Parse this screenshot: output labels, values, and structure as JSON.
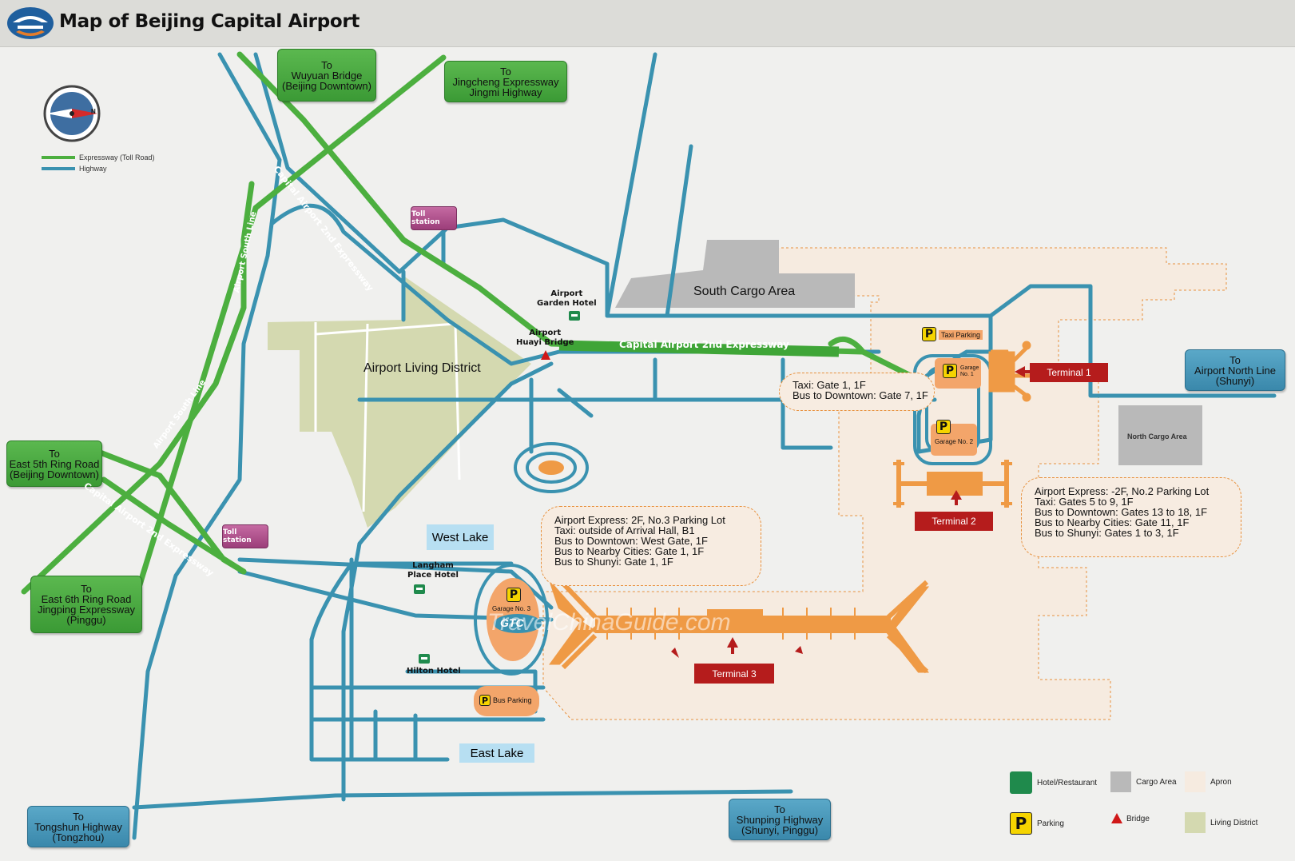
{
  "header": {
    "title": "Map of Beijing Capital Airport"
  },
  "legend_top": {
    "expressway": "Expressway (Toll Road)",
    "highway": "Highway"
  },
  "compass": {
    "north": "N"
  },
  "destinations": {
    "wuyuan": [
      "To",
      "Wuyuan Bridge",
      "(Beijing Downtown)"
    ],
    "jingcheng": [
      "To",
      "Jingcheng Expressway",
      "Jingmi Highway"
    ],
    "east5": [
      "To",
      "East 5th Ring Road",
      "(Beijing Downtown)"
    ],
    "east6": [
      "To",
      "East 6th Ring Road",
      "Jingping Expressway",
      "(Pinggu)"
    ],
    "north_line": [
      "To",
      "Airport North Line",
      "(Shunyi)"
    ],
    "tongshun": [
      "To",
      "Tongshun Highway",
      "(Tongzhou)"
    ],
    "shunping": [
      "To",
      "Shunping Highway",
      "(Shunyi, Pinggu)"
    ]
  },
  "road_labels": {
    "cap2_diag": "Capital Airport 2nd Expressway",
    "cap2_horiz": "Capital Airport 2nd Expressway",
    "cap2_lower": "Capital Airport 2nd Expressway",
    "south_line_1": "Airport South Line",
    "south_line_2": "Airport South Line"
  },
  "toll": {
    "upper": "Toll station",
    "lower": "Toll station"
  },
  "areas": {
    "south_cargo": "South Cargo Area",
    "north_cargo": "North Cargo Area",
    "living": "Airport Living District"
  },
  "lakes": {
    "west": "West Lake",
    "east": "East Lake"
  },
  "places": {
    "garden_hotel": [
      "Airport",
      "Garden Hotel"
    ],
    "huayi_bridge": [
      "Airport",
      "Huayi Bridge"
    ],
    "langham": [
      "Langham",
      "Place Hotel"
    ],
    "hilton": "Hilton Hotel"
  },
  "parking": {
    "taxi": "Taxi Parking",
    "garage1": [
      "Garage",
      "No. 1"
    ],
    "garage2": "Garage No. 2",
    "garage3": "Garage No. 3",
    "bus": "Bus Parking",
    "gtc": "GTC",
    "p": "P"
  },
  "terminals": {
    "t1": "Terminal 1",
    "t2": "Terminal 2",
    "t3": "Terminal 3"
  },
  "info": {
    "t1": [
      "Taxi: Gate 1, 1F",
      "Bus to Downtown: Gate 7, 1F"
    ],
    "t2": [
      "Airport Express: -2F, No.2 Parking Lot",
      "Taxi: Gates 5 to 9, 1F",
      "Bus to Downtown: Gates 13 to 18, 1F",
      "Bus to Nearby Cities: Gate 11, 1F",
      "Bus to Shunyi: Gates 1 to 3, 1F"
    ],
    "t3": [
      "Airport Express: 2F, No.3 Parking Lot",
      "Taxi: outside of Arrival Hall, B1",
      "Bus to Downtown: West Gate, 1F",
      "Bus to Nearby Cities: Gate 1, 1F",
      "Bus to Shunyi: Gate 1, 1F"
    ]
  },
  "watermark": "TravelChinaGuide.com",
  "legend": {
    "hotel": "Hotel/Restaurant",
    "cargo": "Cargo Area",
    "apron": "Apron",
    "parking": "Parking",
    "bridge": "Bridge",
    "living": "Living District"
  },
  "colors": {
    "expressway": "#4caf3f",
    "highway": "#3a92b0",
    "apron": "#f6ebe0",
    "living": "#d4d9b0",
    "cargo": "#b9b9b9",
    "terminal": "#ef9a45",
    "label_red": "#b51c1c"
  }
}
